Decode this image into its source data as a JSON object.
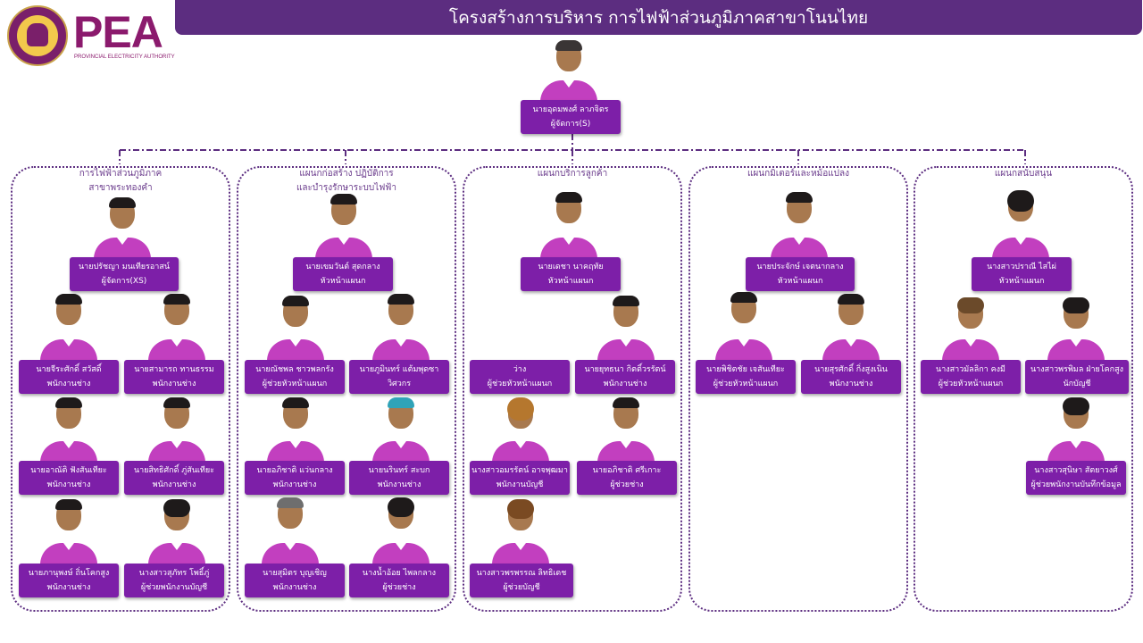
{
  "header": {
    "title": "โครงสร้างการบริหาร การไฟฟ้าส่วนภูมิภาคสาขาโนนไทย",
    "logo_text": "PEA",
    "logo_subtext": "PROVINCIAL ELECTRICITY AUTHORITY"
  },
  "manager": {
    "name": "นายอุดมพงศ์ ลาภจิตร",
    "position": "ผู้จัดการ(S)"
  },
  "departments": [
    {
      "title": "การไฟฟ้าส่วนภูมิภาค",
      "title2": "สาขาพระทองคำ"
    },
    {
      "title": "แผนกก่อสร้าง ปฏิบัติการ",
      "title2": "และบำรุงรักษาระบบไฟฟ้า"
    },
    {
      "title": "แผนกบริการลูกค้า",
      "title2": ""
    },
    {
      "title": "แผนกมิเตอร์และหม้อแปลง",
      "title2": ""
    },
    {
      "title": "แผนกสนับสนุน",
      "title2": ""
    }
  ],
  "people": [
    {
      "name": "นายปรัชญา มนเทียรอาสน์",
      "position": "ผู้จัดการ(XS)"
    },
    {
      "name": "นายจีระศักดิ์ สวัสดิ์",
      "position": "พนักงานช่าง"
    },
    {
      "name": "นายสามารถ ทานธรรม",
      "position": "พนักงานช่าง"
    },
    {
      "name": "นายอาณัติ ฟังสันเทียะ",
      "position": "พนักงานช่าง"
    },
    {
      "name": "นายสิทธิศักดิ์ ภู่สันเทียะ",
      "position": "พนักงานช่าง"
    },
    {
      "name": "นายภานุพงษ์ ถิ่นโคกสูง",
      "position": "พนักงานช่าง"
    },
    {
      "name": "นางสาวสุภัทร โพธิ์ภู่",
      "position": "ผู้ช่วยพนักงานบัญชี"
    },
    {
      "name": "นายเขมวันต์ สุดกลาง",
      "position": "หัวหน้าแผนก"
    },
    {
      "name": "นายณัชพล ชาวพลกรัง",
      "position": "ผู้ช่วยหัวหน้าแผนก"
    },
    {
      "name": "นายภูมินทร์ แต้มพุดซา",
      "position": "วิศวกร"
    },
    {
      "name": "นายอภิชาติ แว่นกลาง",
      "position": "พนักงานช่าง"
    },
    {
      "name": "นายนรินทร์ สะบก",
      "position": "พนักงานช่าง"
    },
    {
      "name": "นายสุมิตร บุญเชิญ",
      "position": "พนักงานช่าง"
    },
    {
      "name": "นางน้ำอ้อย ไพลกลาง",
      "position": "ผู้ช่วยช่าง"
    },
    {
      "name": "นายเดชา นาคฤทัย",
      "position": "หัวหน้าแผนก"
    },
    {
      "name": "ว่าง",
      "position": "ผู้ช่วยหัวหน้าแผนก"
    },
    {
      "name": "นายยุทธนา กิตติ์วรรัตน์",
      "position": "พนักงานช่าง"
    },
    {
      "name": "นางสาวอมรรัตน์ อาจพุฒมา",
      "position": "พนักงานบัญชี"
    },
    {
      "name": "นายอภิชาติ ศรีเกาะ",
      "position": "ผู้ช่วยช่าง"
    },
    {
      "name": "นางสาวพรพรรณ ลิทธิเดช",
      "position": "ผู้ช่วยบัญชี"
    },
    {
      "name": "นายประจักษ์ เจตนากลาง",
      "position": "หัวหน้าแผนก"
    },
    {
      "name": "นายพิชิตชัย เจสันเทียะ",
      "position": "ผู้ช่วยหัวหน้าแผนก"
    },
    {
      "name": "นายสุรศักดิ์ กิ่งสูงเนิน",
      "position": "พนักงานช่าง"
    },
    {
      "name": "นางสาวปราณี ไสไผ่",
      "position": "หัวหน้าแผนก"
    },
    {
      "name": "นางสาวมัลลิกา คงมี",
      "position": "ผู้ช่วยหัวหน้าแผนก"
    },
    {
      "name": "นางสาวพรพิมล ฝ่ายโคกสูง",
      "position": "นักบัญชี"
    },
    {
      "name": "นางสาวสุนิษา สัตยาวงศ์",
      "position": "ผู้ช่วยพนักงานบันทึกข้อมูล"
    }
  ],
  "colors": {
    "title_bar": "#5c2d80",
    "label_bg": "#7d1fa8",
    "dotted_border": "#5c2d80",
    "shirt": "#c23fbf",
    "logo": "#8b1a6d"
  }
}
